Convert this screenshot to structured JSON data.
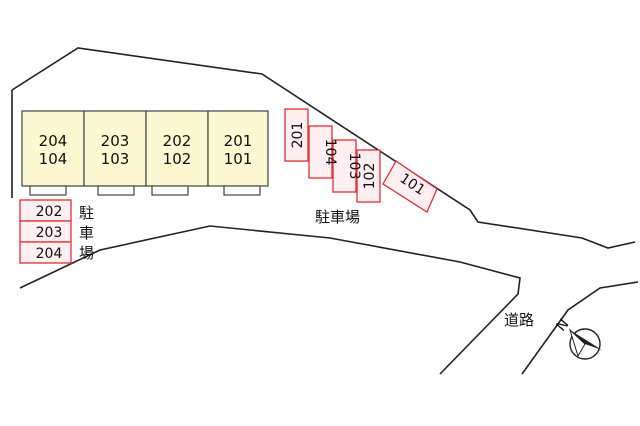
{
  "building": {
    "units": [
      {
        "top": "204",
        "bottom": "104"
      },
      {
        "top": "203",
        "bottom": "103"
      },
      {
        "top": "202",
        "bottom": "102"
      },
      {
        "top": "201",
        "bottom": "101"
      }
    ],
    "fill_color": "#fbf8d2"
  },
  "parking_left": {
    "slots": [
      "202",
      "203",
      "204"
    ],
    "label_chars": [
      "駐",
      "車",
      "場"
    ]
  },
  "parking_right": {
    "slots": [
      "201",
      "104",
      "103",
      "102",
      "101"
    ],
    "label": "駐車場"
  },
  "road_label": "道路",
  "compass": {
    "letter": "N"
  },
  "colors": {
    "outline": "#222222",
    "parking_border": "#e03030",
    "parking_fill": "#ffeef2"
  }
}
